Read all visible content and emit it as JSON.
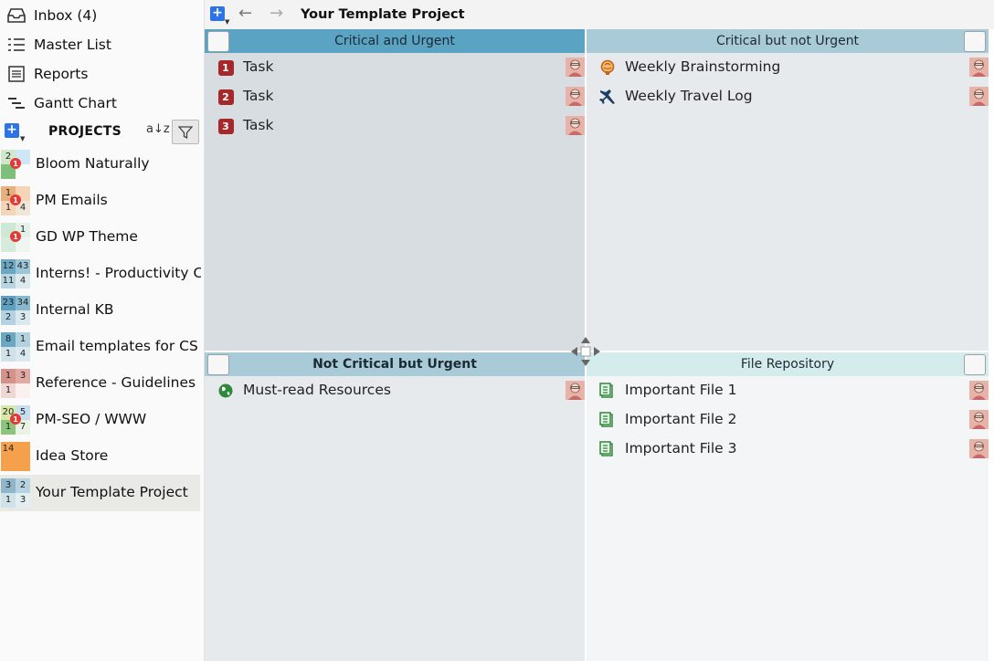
{
  "nav": [
    {
      "label": "Inbox (4)",
      "icon": "inbox-icon"
    },
    {
      "label": "Master List",
      "icon": "list-icon"
    },
    {
      "label": "Reports",
      "icon": "report-icon"
    },
    {
      "label": "Gantt Chart",
      "icon": "gantt-icon"
    }
  ],
  "projects_header": {
    "title": "PROJECTS",
    "add_label": "+",
    "sort_label": "a↓z"
  },
  "projects": [
    {
      "label": "Bloom Naturally",
      "cells": [
        "2",
        "",
        "",
        ""
      ],
      "colors": [
        "#cfe8cc",
        "#cfe6f7",
        "#7cc07a",
        "#fafafa"
      ],
      "badge": "1"
    },
    {
      "label": "PM Emails",
      "cells": [
        "1",
        "",
        "1",
        "4"
      ],
      "colors": [
        "#e8b07c",
        "#f5d4b8",
        "#f5d4b8",
        "#f0e6d8"
      ],
      "badge": "1"
    },
    {
      "label": "GD WP Theme",
      "cells": [
        "",
        "1",
        "",
        ""
      ],
      "colors": [
        "#cde9d5",
        "#e3f1e8",
        "#d5ecdc",
        "#eef6ef"
      ],
      "badge": "1"
    },
    {
      "label": "Interns! - Productivity Coach",
      "cells": [
        "12",
        "43",
        "11",
        "4"
      ],
      "colors": [
        "#6aa7c2",
        "#9bc6d6",
        "#b8d6e2",
        "#dce9ef"
      ],
      "badge": ""
    },
    {
      "label": "Internal KB",
      "cells": [
        "23",
        "34",
        "2",
        "3"
      ],
      "colors": [
        "#5f9fbf",
        "#87b9cf",
        "#b3d2e0",
        "#dae8ef"
      ],
      "badge": ""
    },
    {
      "label": "Email templates for CS Team",
      "cells": [
        "8",
        "1",
        "1",
        "4"
      ],
      "colors": [
        "#6aa7c2",
        "#b3d2e0",
        "#cfe2ea",
        "#dae8ef"
      ],
      "badge": ""
    },
    {
      "label": "Reference - Guidelines",
      "cells": [
        "1",
        "3",
        "1",
        ""
      ],
      "colors": [
        "#d4928a",
        "#e2aaa3",
        "#f1d7d3",
        "#faf0ef"
      ],
      "badge": ""
    },
    {
      "label": "PM-SEO / WWW",
      "cells": [
        "20",
        "5",
        "1",
        "7"
      ],
      "colors": [
        "#d9e8a6",
        "#c6dff0",
        "#8cc47c",
        "#e9f2e3"
      ],
      "badge": "1"
    },
    {
      "label": "Idea Store",
      "cells": [
        "14",
        "",
        "",
        ""
      ],
      "colors": [
        "#f5a04a",
        "#f5a04a",
        "#f5a04a",
        "#f5a04a"
      ],
      "badge": ""
    },
    {
      "label": "Your Template Project",
      "cells": [
        "3",
        "2",
        "1",
        "3"
      ],
      "colors": [
        "#8fb6c9",
        "#b8d3e0",
        "#cfe2ea",
        "#e3eef3"
      ],
      "badge": ""
    }
  ],
  "topbar": {
    "add_label": "+",
    "back_label": "←",
    "forward_label": "→",
    "title": "Your Template Project"
  },
  "quadrants": {
    "q1": {
      "title": "Critical and Urgent",
      "header_color": "#5aa3c2",
      "body_color": "#d7dde1",
      "tasks": [
        {
          "label": "Task",
          "icon": "priority-1-icon",
          "num": "1"
        },
        {
          "label": "Task",
          "icon": "priority-2-icon",
          "num": "2"
        },
        {
          "label": "Task",
          "icon": "priority-3-icon",
          "num": "3"
        }
      ]
    },
    "q2": {
      "title": "Critical but not Urgent",
      "header_color": "#a9cbd8",
      "body_color": "#e6eaed",
      "tasks": [
        {
          "label": "Weekly Brainstorming",
          "icon": "brain-icon"
        },
        {
          "label": "Weekly Travel Log",
          "icon": "airplane-icon"
        }
      ]
    },
    "q3": {
      "title": "Not Critical but Urgent",
      "header_color": "#a9cbd8",
      "body_color": "#e6eaed",
      "tasks": [
        {
          "label": "Must-read Resources",
          "icon": "globe-icon"
        }
      ]
    },
    "q4": {
      "title": "File Repository",
      "header_color": "#d5ecec",
      "body_color": "#f3f5f6",
      "tasks": [
        {
          "label": "Important File 1",
          "icon": "file-icon"
        },
        {
          "label": "Important File 2",
          "icon": "file-icon"
        },
        {
          "label": "Important File 3",
          "icon": "file-icon"
        }
      ]
    }
  }
}
